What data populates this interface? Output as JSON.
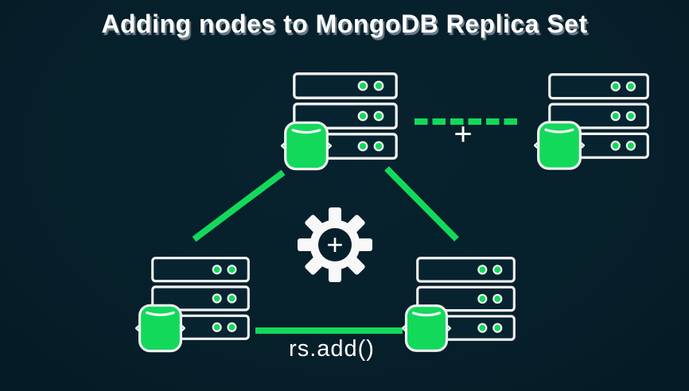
{
  "title": "Adding nodes to MongoDB Replica Set",
  "connector": {
    "plus_label": "+"
  },
  "gear": {
    "plus_label": "+"
  },
  "command_label": "rs.add()",
  "colors": {
    "background": "#06202b",
    "green": "#13d95b",
    "outline_white": "#f2f2f2",
    "text_white": "#fdfdfd",
    "title_shadow": "#72808a"
  },
  "icons": {
    "server": "server-rack-icon (3-slot rack, two green status dots per slot)",
    "database": "database-icon (green rounded jar with side handles)",
    "gear": "gear-icon (white 8-tooth gear with plus in center)"
  }
}
